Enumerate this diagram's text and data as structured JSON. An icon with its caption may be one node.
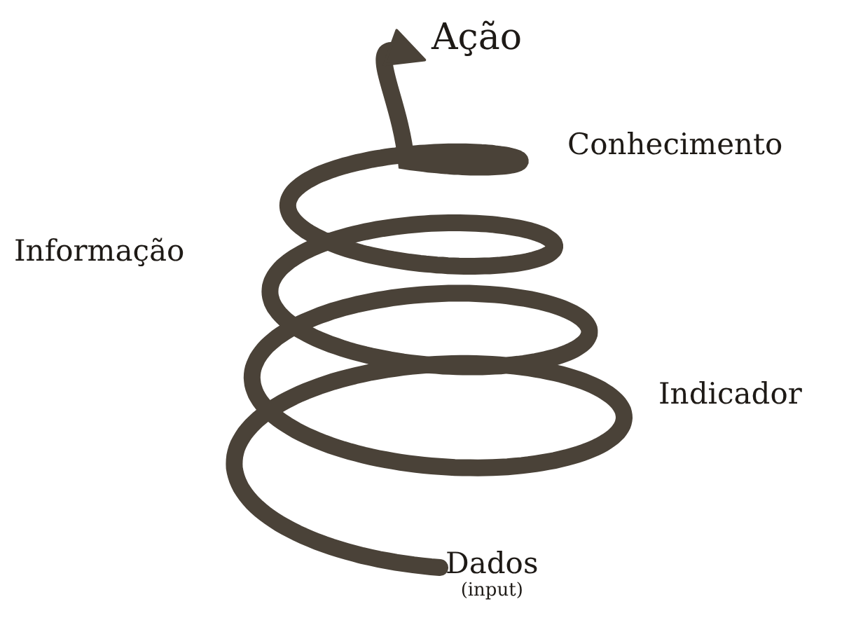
{
  "diagram": {
    "nodes": [
      {
        "text": [
          "Ação"
        ]
      },
      {
        "text": [
          "Dados",
          "(input)"
        ]
      }
    ],
    "edges": [
      {
        "from": 1,
        "to": 0,
        "arrow": "to"
      }
    ],
    "labels": [
      "Conhecimento",
      "Informação",
      "Indicador"
    ]
  }
}
